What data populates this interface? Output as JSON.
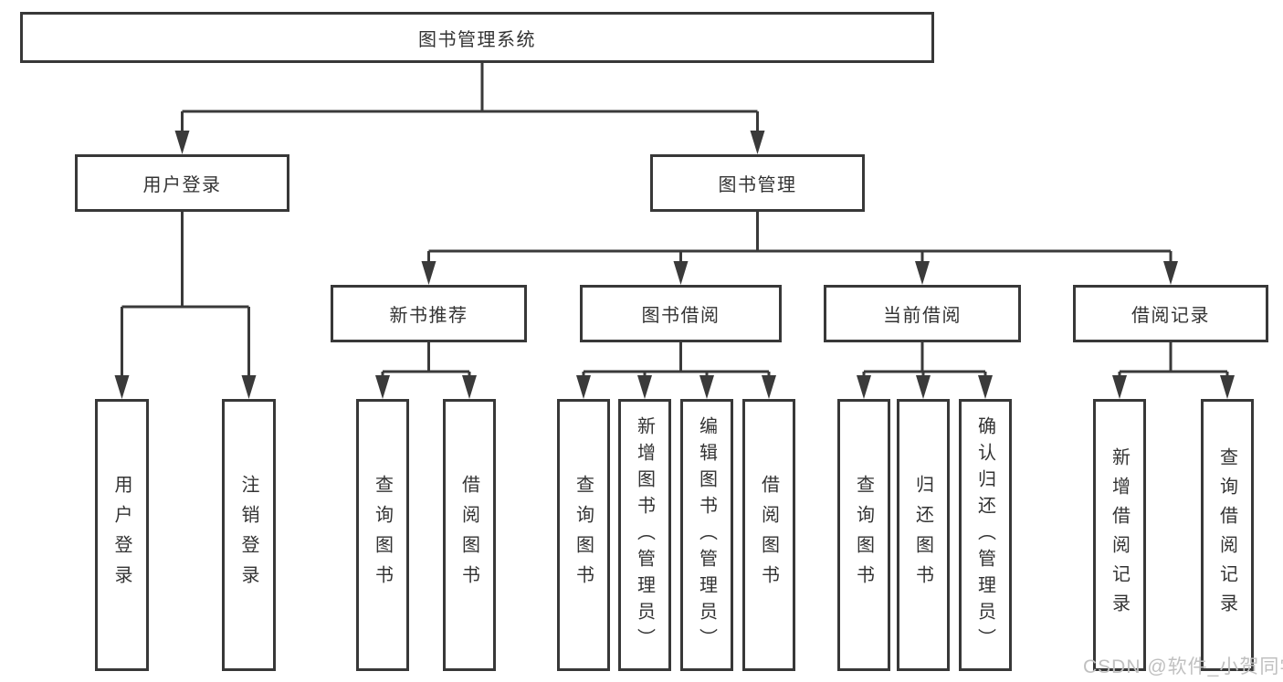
{
  "diagram": {
    "type": "tree",
    "description_root": "图书管理系统"
  },
  "nodes": {
    "root": {
      "label": "图书管理系统"
    },
    "user_login": {
      "label": "用户登录"
    },
    "book_mgmt": {
      "label": "图书管理"
    },
    "new_book_rec": {
      "label": "新书推荐"
    },
    "book_borrow": {
      "label": "图书借阅"
    },
    "current_borrow": {
      "label": "当前借阅"
    },
    "borrow_record": {
      "label": "借阅记录"
    },
    "login_user": {
      "label": "用户登录"
    },
    "login_logout": {
      "label": "注销登录"
    },
    "rec_query": {
      "label": "查询图书"
    },
    "rec_borrow": {
      "label": "借阅图书"
    },
    "bb_query": {
      "label": "查询图书"
    },
    "bb_add": {
      "label": "新增图书（管理员）"
    },
    "bb_edit": {
      "label": "编辑图书（管理员）"
    },
    "bb_borrow": {
      "label": "借阅图书"
    },
    "cb_query": {
      "label": "查询图书"
    },
    "cb_return": {
      "label": "归还图书"
    },
    "cb_confirm": {
      "label": "确认归还（管理员）"
    },
    "br_add": {
      "label": "新增借阅记录"
    },
    "br_query": {
      "label": "查询借阅记录"
    }
  },
  "hierarchy": {
    "root": [
      "user_login",
      "book_mgmt"
    ],
    "user_login": [
      "login_user",
      "login_logout"
    ],
    "book_mgmt": [
      "new_book_rec",
      "book_borrow",
      "current_borrow",
      "borrow_record"
    ],
    "new_book_rec": [
      "rec_query",
      "rec_borrow"
    ],
    "book_borrow": [
      "bb_query",
      "bb_add",
      "bb_edit",
      "bb_borrow"
    ],
    "current_borrow": [
      "cb_query",
      "cb_return",
      "cb_confirm"
    ],
    "borrow_record": [
      "br_add",
      "br_query"
    ]
  },
  "watermark": {
    "text": "CSDN @软件_小贺同学"
  },
  "colors": {
    "line": "#3a3a3a",
    "border": "#383838",
    "text": "#333333",
    "background": "#ffffff",
    "watermark": "#c0c0c0"
  }
}
